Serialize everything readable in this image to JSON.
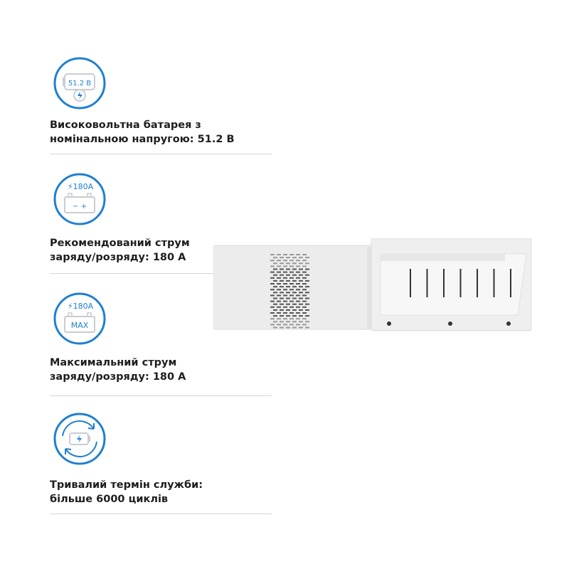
{
  "colors": {
    "accent": "#1f7fd1",
    "icon_gray": "#c9ccd1",
    "text": "#1e1e1e"
  },
  "features": [
    {
      "icon": "battery-voltage-icon",
      "icon_label": "51.2 B",
      "line1": "Високовольтна батарея з",
      "line2": "номінальною напругою: 51.2 В"
    },
    {
      "icon": "battery-current-icon",
      "icon_label": "180A",
      "icon_sub": "− +",
      "line1": "Рекомендований струм",
      "line2": "заряду/розряду: 180 А"
    },
    {
      "icon": "battery-max-current-icon",
      "icon_label": "180A",
      "icon_sub": "MAX",
      "line1": "Максимальний струм",
      "line2": "заряду/розряду: 180 А"
    },
    {
      "icon": "battery-cycle-icon",
      "line1": "Тривалий термін служби:",
      "line2": "більше 6000 циклів"
    }
  ]
}
